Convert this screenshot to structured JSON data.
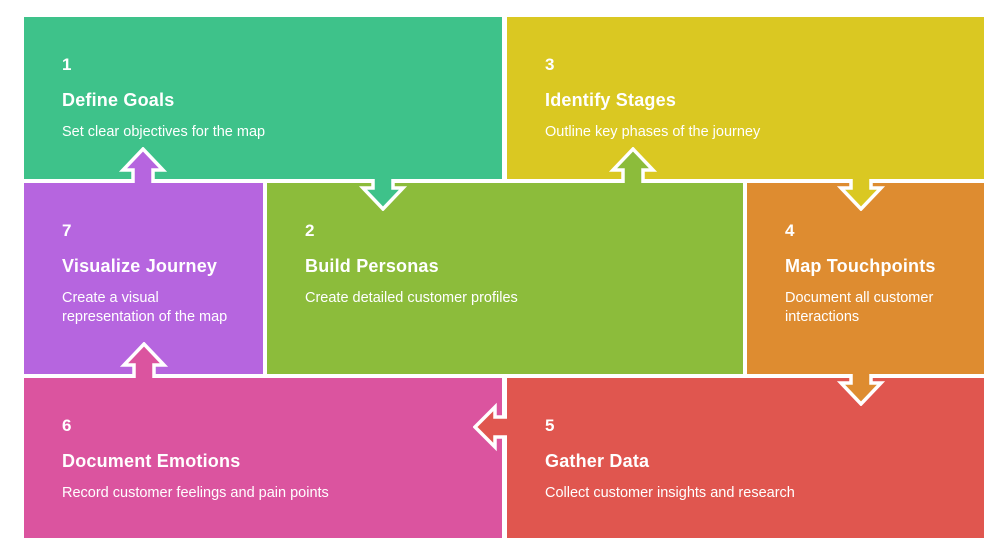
{
  "diagram": {
    "kind": "customer-journey-cycle-flow",
    "background_color": "#ffffff",
    "text_color": "#ffffff"
  },
  "steps": [
    {
      "number": "1",
      "title": "Define Goals",
      "description": "Set clear objectives for the map",
      "color": "#3ec28a"
    },
    {
      "number": "2",
      "title": "Build Personas",
      "description": "Create detailed customer profiles",
      "color": "#8cbc3b"
    },
    {
      "number": "3",
      "title": "Identify Stages",
      "description": "Outline key phases of the journey",
      "color": "#dac822"
    },
    {
      "number": "4",
      "title": "Map Touchpoints",
      "description": "Document all customer interactions",
      "color": "#de8c30"
    },
    {
      "number": "5",
      "title": "Gather Data",
      "description": "Collect customer insights and research",
      "color": "#e0564f"
    },
    {
      "number": "6",
      "title": "Document Emotions",
      "description": "Record customer feelings and pain points",
      "color": "#db549f"
    },
    {
      "number": "7",
      "title": "Visualize Journey",
      "description": "Create a visual representation of the map",
      "color": "#b665df"
    }
  ],
  "arrows": [
    {
      "from": "1",
      "to": "2",
      "direction": "down"
    },
    {
      "from": "2",
      "to": "3",
      "direction": "up"
    },
    {
      "from": "3",
      "to": "4",
      "direction": "down"
    },
    {
      "from": "4",
      "to": "5",
      "direction": "down"
    },
    {
      "from": "5",
      "to": "6",
      "direction": "left"
    },
    {
      "from": "6",
      "to": "7",
      "direction": "up"
    },
    {
      "from": "7",
      "to": "1",
      "direction": "up"
    }
  ]
}
